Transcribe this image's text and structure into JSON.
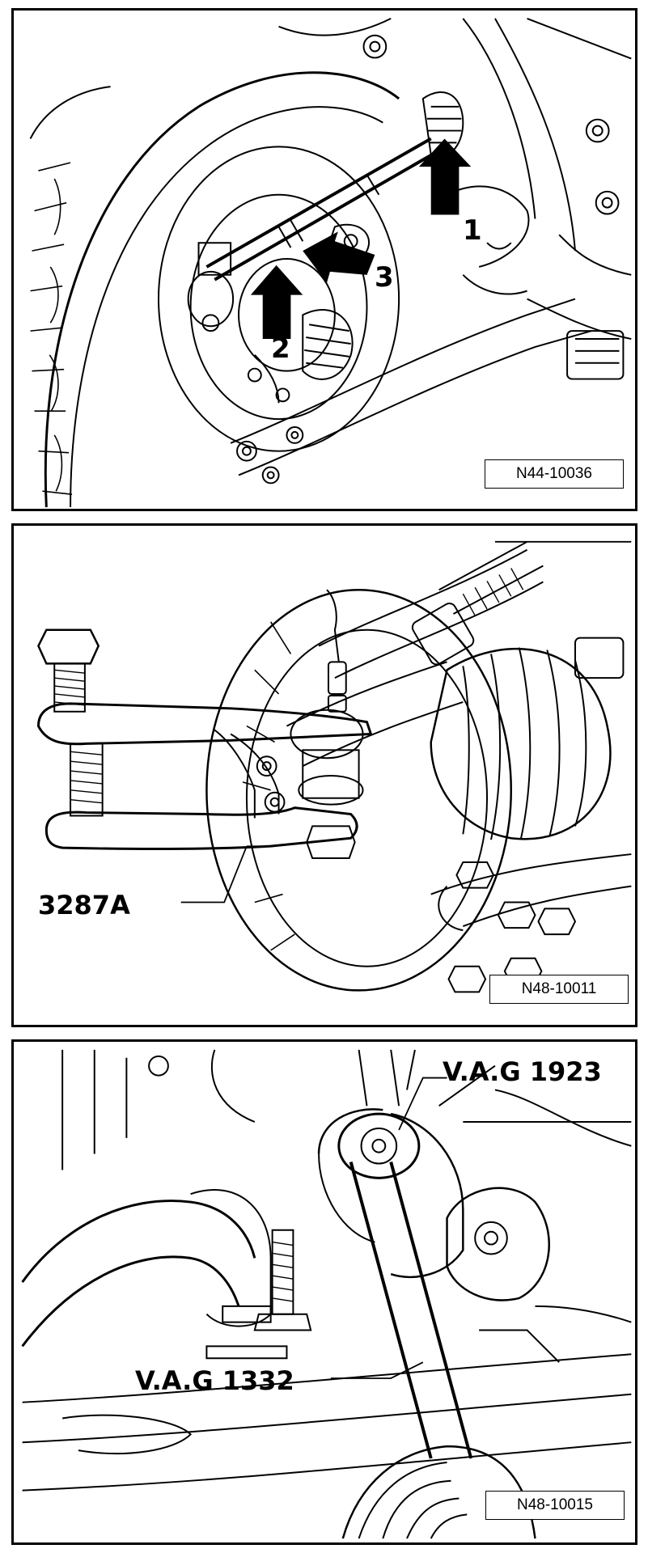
{
  "figures": [
    {
      "code": "N44-10036",
      "callouts": [
        "1",
        "2",
        "3"
      ]
    },
    {
      "code": "N48-10011",
      "tool_label": "3287A"
    },
    {
      "code": "N48-10015",
      "tool_labels": [
        "V.A.G 1923",
        "V.A.G 1332"
      ]
    }
  ]
}
